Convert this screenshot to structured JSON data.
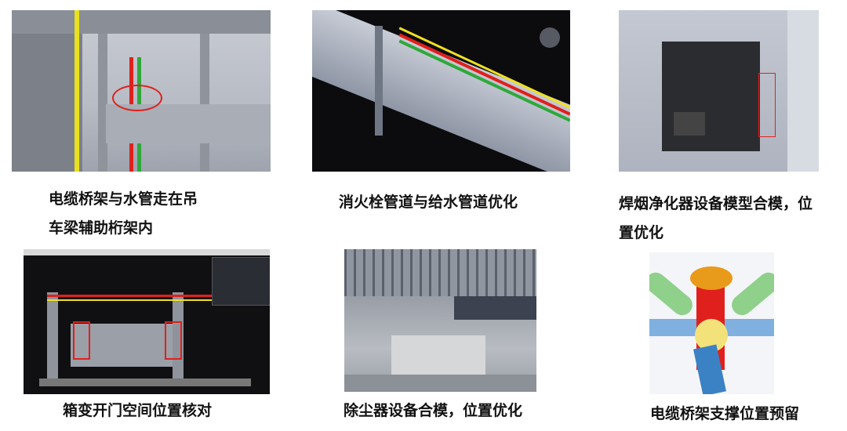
{
  "panels": [
    {
      "caption_lines": [
        "电缆桥架与水管走在吊",
        "车梁辅助桁架内"
      ]
    },
    {
      "caption_lines": [
        "消火栓管道与给水管道优化"
      ]
    },
    {
      "caption_lines": [
        "焊烟净化器设备模型合模，位",
        "置优化"
      ]
    },
    {
      "caption_lines": [
        "箱变开门空间位置核对"
      ]
    },
    {
      "caption_lines": [
        "除尘器设备合模，位置优化"
      ]
    },
    {
      "caption_lines": [
        "电缆桥架支撑位置预留"
      ]
    }
  ],
  "colors": {
    "pipe_red": "#e0201c",
    "pipe_green": "#2fa83a",
    "pipe_yellow": "#f0e020",
    "sphere_orange": "#e89a1a"
  }
}
